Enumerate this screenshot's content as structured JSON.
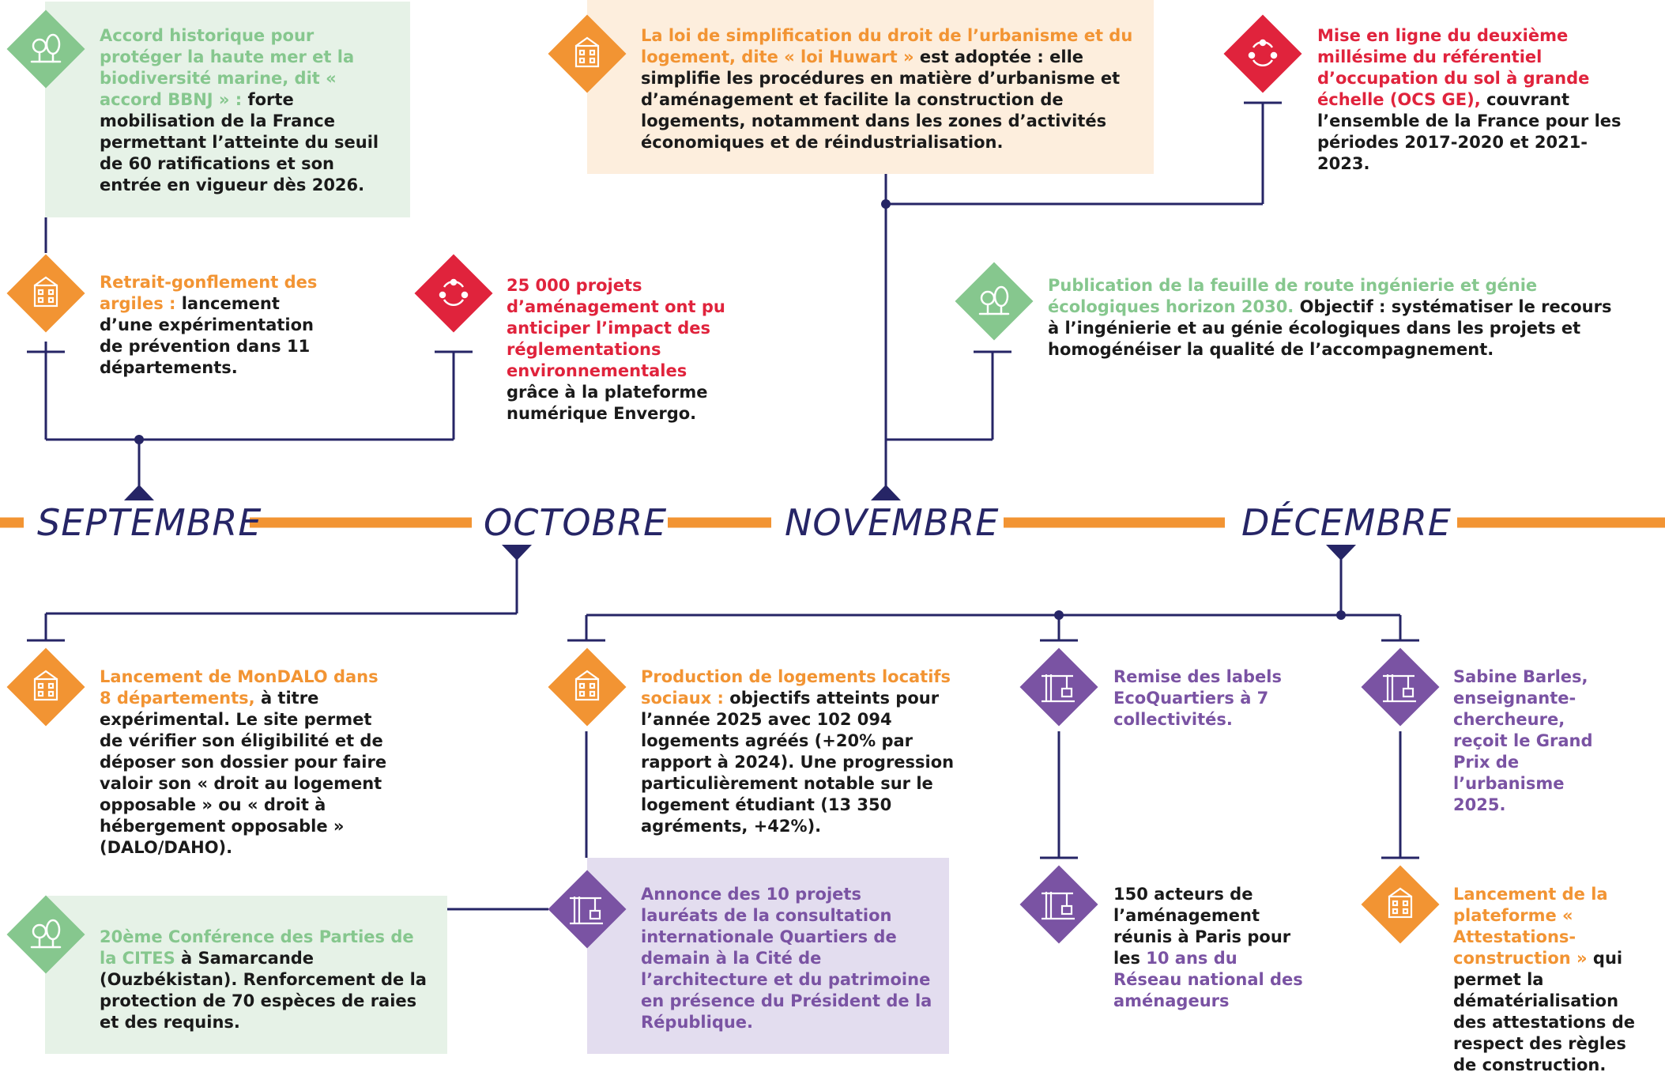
{
  "months": [
    "SEPTEMBRE",
    "OCTOBRE",
    "NOVEMBRE",
    "DÉCEMBRE"
  ],
  "colors": {
    "timeline": "#f29433",
    "connector": "#262566",
    "green": "#86c78e",
    "orange": "#f29433",
    "red": "#e0233c",
    "purple": "#7a53a3",
    "green_box": "#e6f2e7",
    "orange_box": "#fdeedd",
    "purple_box": "#e3ddef"
  },
  "events": {
    "bbnj": {
      "icon": "trees-icon",
      "hl": "Accord historique pour protéger la haute mer et la biodiversité marine, dit « accord BBNJ » :",
      "body": " forte mobilisation de la France permettant l’atteinte du seuil de 60 ratifications et son entrée en vigueur dès 2026."
    },
    "argiles": {
      "icon": "building-icon",
      "hl": "Retrait-gonflement des argiles :",
      "body": " lancement d’une expérimentation de prévention dans 11 départements."
    },
    "envergo": {
      "icon": "cycle-icon",
      "hl": "25 000 projets d’aménagement ont pu anticiper l’impact des réglementations environnementales",
      "body": " grâce à la plateforme numérique Envergo."
    },
    "huwart": {
      "icon": "building-icon",
      "hl": "La loi de simplification du droit de l’urbanisme et du logement, dite « loi Huwart »",
      "body": " est adoptée : elle simplifie les procédures en matière d’urbanisme et d’aménagement et facilite la construction de logements, notamment dans les zones d’activités économiques et de réindustrialisation."
    },
    "ocsge": {
      "icon": "cycle-icon",
      "hl": "Mise en ligne du deuxième millésime du référentiel d’occupation du sol à grande échelle (OCS GE),",
      "body": " couvrant l’ensemble de la France pour les périodes 2017-2020 et 2021-2023."
    },
    "ingenierie": {
      "icon": "trees-icon",
      "hl": "Publication de la feuille de route ingénierie et génie écologiques horizon 2030.",
      "body": " Objectif : systématiser le recours à l’ingénierie et au génie écologiques dans les projets et homogénéiser la qualité de l’accompagnement."
    },
    "mondalo": {
      "icon": "building-icon",
      "hl": "Lancement de MonDALO dans 8 départements,",
      "body": " à titre expérimental. Le site permet de vérifier son éligibilité et de déposer son dossier pour faire valoir son « droit au logement opposable » ou « droit à hébergement opposable » (DALO/DAHO)."
    },
    "cites": {
      "icon": "trees-icon",
      "hl": "20ème Conférence des Parties de la CITES",
      "body": " à Samarcande (Ouzbékistan). Renforcement de la protection de 70 espèces de raies et des requins."
    },
    "logements": {
      "icon": "building-icon",
      "hl": "Production de logements locatifs sociaux :",
      "body": " objectifs atteints pour l’année 2025 avec 102 094 logements agréés (+20% par rapport à 2024). Une progression particulièrement notable sur le logement étudiant (13 350 agréments, +42%)."
    },
    "quartiers": {
      "icon": "crane-icon",
      "hl": "Annonce des 10 projets lauréats de la consultation internationale Quartiers de demain à la Cité de l’architecture et du patrimoine en présence du Président de la République.",
      "body": ""
    },
    "ecoquartiers": {
      "icon": "crane-icon",
      "hl": "Remise des labels EcoQuartiers à 7 collectivités.",
      "body": ""
    },
    "amenageurs": {
      "icon": "crane-icon",
      "pre": "150 acteurs de l’aménagement réunis à Paris pour les ",
      "hl": "10 ans du Réseau national des aménageurs",
      "body": ""
    },
    "barles": {
      "icon": "crane-icon",
      "hl": "Sabine Barles, enseignante-chercheure, reçoit le Grand Prix de l’urbanisme 2025.",
      "body": ""
    },
    "attestations": {
      "icon": "building-icon",
      "hl": "Lancement de la plateforme « Attestations-construction »",
      "body": " qui permet la dématérialisation des attestations de respect des règles de construction."
    }
  }
}
